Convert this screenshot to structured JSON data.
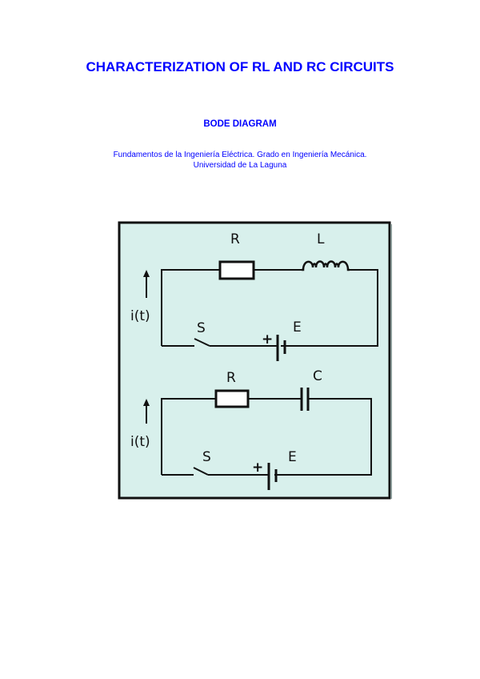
{
  "document": {
    "title": "CHARACTERIZATION OF RL AND RC CIRCUITS",
    "subtitle": "BODE DIAGRAM",
    "affiliation_line1": "Fundamentos de la Ingeniería Eléctrica. Grado en Ingeniería Mecánica.",
    "affiliation_line2": "Universidad de La Laguna"
  },
  "figure": {
    "background_color": "#d8f0ec",
    "border_color": "#111111",
    "rl_circuit": {
      "resistor_label": "R",
      "inductor_label": "L",
      "switch_label": "S",
      "source_label": "E",
      "polarity_label": "+",
      "current_label": "i(t)"
    },
    "rc_circuit": {
      "resistor_label": "R",
      "capacitor_label": "C",
      "switch_label": "S",
      "source_label": "E",
      "polarity_label": "+",
      "current_label": "i(t)"
    }
  }
}
